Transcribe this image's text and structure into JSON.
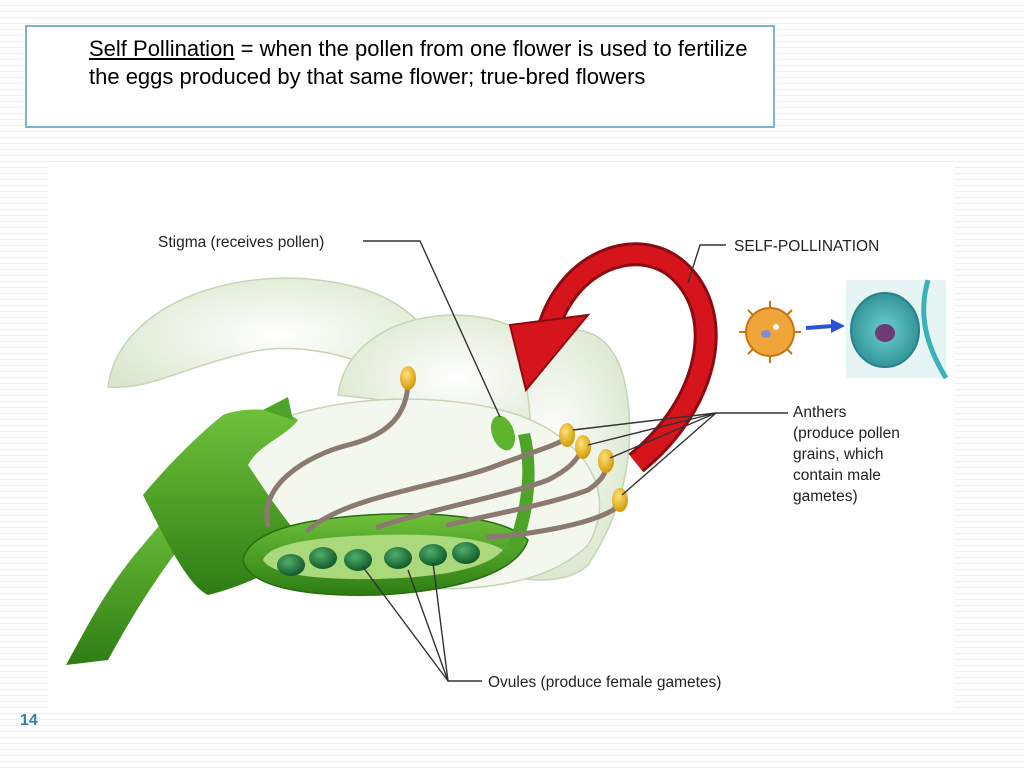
{
  "definition": {
    "term": "Self Pollination",
    "text": " = when the pollen from one flower is used to fertilize the eggs produced by that same flower; true-bred flowers"
  },
  "diagram": {
    "stigma_label": "Stigma (receives pollen)",
    "self_pollination_label": "SELF-POLLINATION",
    "anthers_label_lines": [
      "Anthers",
      "(produce pollen",
      "grains, which",
      "contain male",
      "gametes)"
    ],
    "ovules_label": "Ovules (produce female gametes)",
    "colors": {
      "arrow_red": "#d6141c",
      "plant_green": "#3f9a1f",
      "petal_white": "#eef3e6",
      "anther_yellow": "#f2c21a",
      "filament_brown": "#8b7a6f",
      "ovule_dark_green": "#1f6e37",
      "pollen_orange": "#f0a53a",
      "blue_arrow": "#2a52d6",
      "egg_teal": "#49b7b8"
    }
  },
  "page_number": "14"
}
